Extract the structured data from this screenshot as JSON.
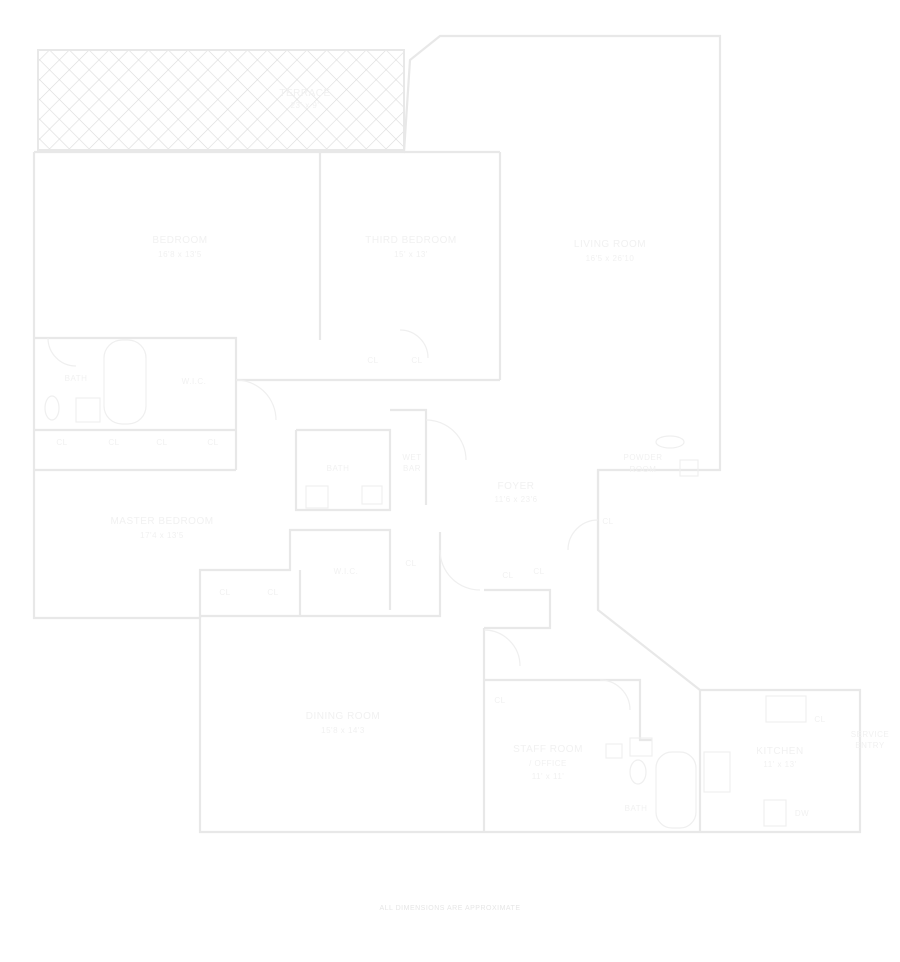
{
  "rooms": {
    "terrace": [
      "TERRACE",
      "23' x 9'"
    ],
    "bedroom": [
      "BEDROOM",
      "16'8 x 13'5"
    ],
    "third_bedroom": [
      "THIRD BEDROOM",
      "15' x 13'"
    ],
    "living_room": [
      "LIVING ROOM",
      "16'5 x 26'10"
    ],
    "bath_master": "BATH",
    "walk_in_1": "W.I.C.",
    "walk_in_2": "W.I.C.",
    "master_bedroom": [
      "MASTER BEDROOM",
      "17'4 x 13'5"
    ],
    "bath_2": "BATH",
    "wet_bar": [
      "WET",
      "BAR"
    ],
    "foyer": [
      "FOYER",
      "11'6 x 23'6"
    ],
    "powder_room": [
      "POWDER",
      "ROOM"
    ],
    "dining_room": [
      "DINING ROOM",
      "15'8 x 14'3"
    ],
    "staff_room": [
      "STAFF ROOM",
      "/ OFFICE",
      "11' x 11'"
    ],
    "bath_staff": "BATH",
    "kitchen": [
      "KITCHEN",
      "11' x 13'"
    ],
    "service_entry": [
      "SERVICE",
      "ENTRY"
    ],
    "dishwasher": "DW"
  },
  "closets": [
    "CL",
    "CL",
    "CL",
    "CL",
    "CL",
    "CL",
    "CL",
    "CL",
    "CL",
    "CL",
    "CL",
    "CL",
    "CL",
    "CL"
  ],
  "credit": "ALL DIMENSIONS ARE APPROXIMATE",
  "colors": {
    "background": "#ffffff",
    "lines": "#e8e8e8",
    "text": "#f1f1f1"
  }
}
